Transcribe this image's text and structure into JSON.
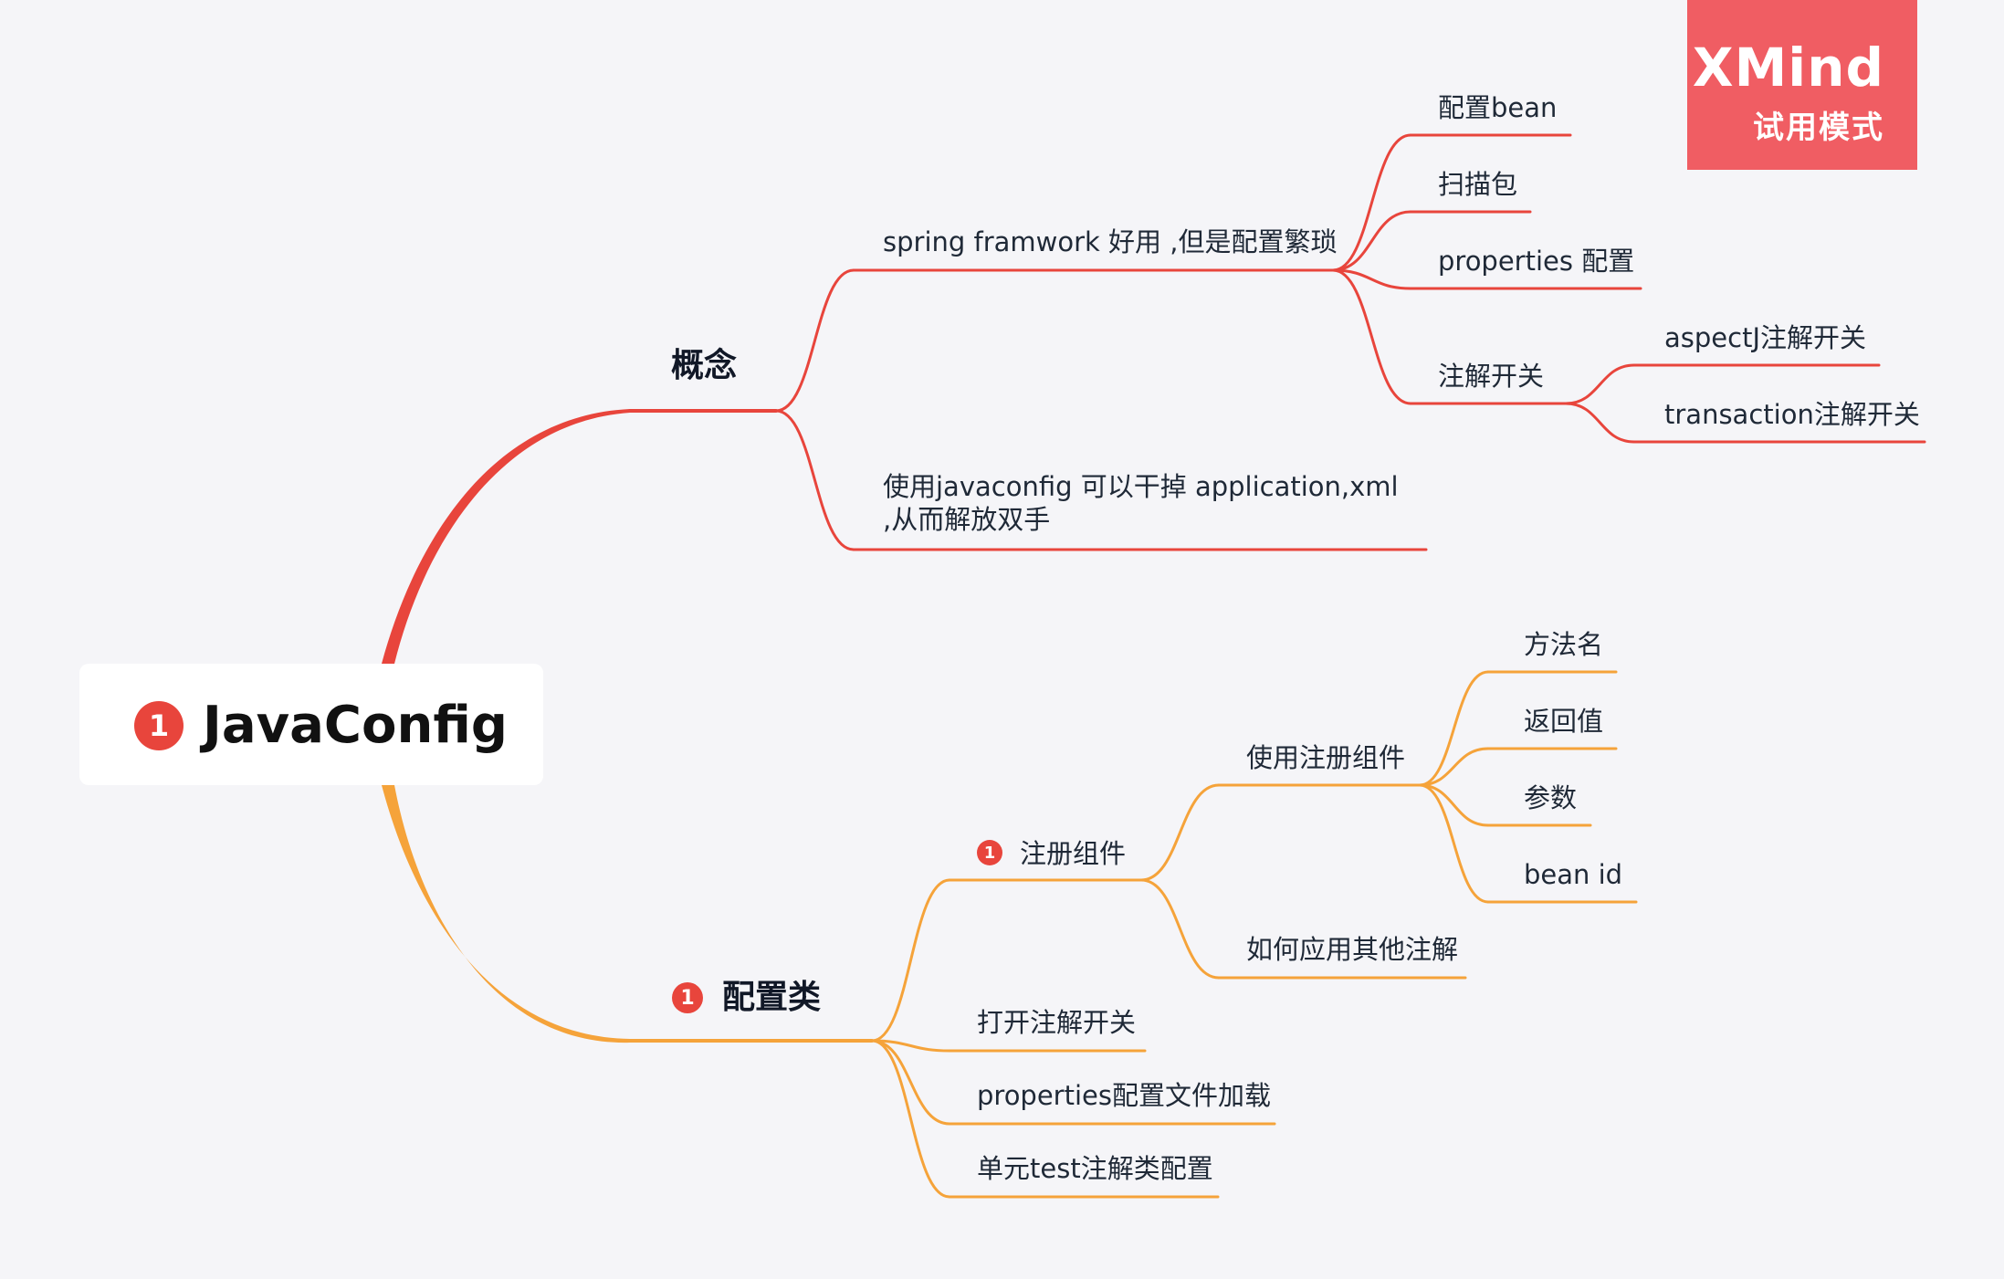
{
  "root": {
    "label": "JavaConfig",
    "badge": "1"
  },
  "watermark": {
    "title": "XMind",
    "subtitle": "试用模式"
  },
  "colors": {
    "red": "#e8453c",
    "orange": "#f5a33a",
    "badge": "#e8453c",
    "watermark": "#f05d63"
  },
  "branches": [
    {
      "id": "concept",
      "label": "概念",
      "color": "red",
      "children": [
        {
          "label": "spring framwork 好用 ,但是配置繁琐",
          "children": [
            {
              "label": "配置bean"
            },
            {
              "label": "扫描包"
            },
            {
              "label": "properties 配置"
            },
            {
              "label": "注解开关",
              "children": [
                {
                  "label": "aspectJ注解开关"
                },
                {
                  "label": "transaction注解开关"
                }
              ]
            }
          ]
        },
        {
          "label": "使用javaconfig 可以干掉 application,xml ,从而解放双手"
        }
      ]
    },
    {
      "id": "config-class",
      "label": "配置类",
      "color": "orange",
      "badge": "1",
      "children": [
        {
          "label": "注册组件",
          "badge": "1",
          "children": [
            {
              "label": "使用注册组件",
              "children": [
                {
                  "label": "方法名"
                },
                {
                  "label": "返回值"
                },
                {
                  "label": "参数"
                },
                {
                  "label": "bean id"
                }
              ]
            },
            {
              "label": "如何应用其他注解"
            }
          ]
        },
        {
          "label": "打开注解开关"
        },
        {
          "label": "properties配置文件加载"
        },
        {
          "label": "单元test注解类配置"
        }
      ]
    }
  ]
}
